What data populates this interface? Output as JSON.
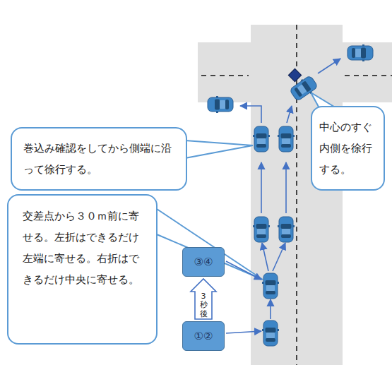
{
  "diagram": {
    "nodes": [
      {
        "text": [
          "巻込み確認をしてから側端に沿って徐行する。"
        ]
      },
      {
        "text": [
          "中心のすぐ内側を徐行する。"
        ]
      },
      {
        "text": [
          "交差点から３０ｍ前に寄せる。左折はできるだけ左端に寄せる。右折はできるだけ中央に寄せる。"
        ]
      },
      {
        "text": [
          "③④"
        ]
      },
      {
        "text": [
          "①②"
        ]
      }
    ],
    "edges": [
      {
        "from": 4,
        "to": 3,
        "arrow": "to",
        "label": "3秒後"
      }
    ]
  }
}
